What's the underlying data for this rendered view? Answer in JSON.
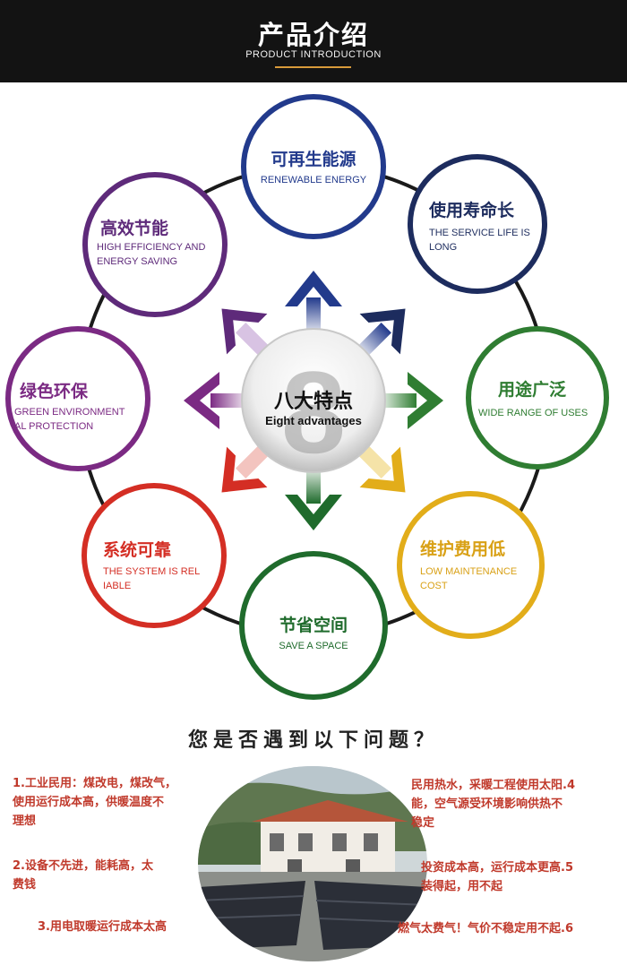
{
  "header": {
    "title": "产品介绍",
    "subtitle": "PRODUCT INTRODUCTION"
  },
  "center": {
    "number": "8",
    "title_zh": "八大特点",
    "title_en": "Eight advantages"
  },
  "features": [
    {
      "key": "renewable",
      "zh": "可再生能源",
      "en": "RENEWABLE ENERGY",
      "color": "#223a8c"
    },
    {
      "key": "long-life",
      "zh": "使用寿命长",
      "en": "THE SERVICE LIFE IS\nLONG",
      "color": "#1d2c5e"
    },
    {
      "key": "wide-use",
      "zh": "用途广泛",
      "en": "WIDE RANGE OF USES",
      "color": "#2f7d32"
    },
    {
      "key": "low-maintenance",
      "zh": "维护费用低",
      "en": "LOW MAINTENANCE\nCOST",
      "color": "#e2ad1a"
    },
    {
      "key": "save-space",
      "zh": "节省空间",
      "en": "SAVE A SPACE",
      "color": "#1f6b2c"
    },
    {
      "key": "reliable",
      "zh": "系统可靠",
      "en": "THE SYSTEM IS REL\nIABLE",
      "color": "#d42e24"
    },
    {
      "key": "green",
      "zh": "绿色环保",
      "en": "GREEN ENVIRONMENT\nAL PROTECTION",
      "color": "#7b2a83"
    },
    {
      "key": "efficiency",
      "zh": "高效节能",
      "en": "HIGH EFFICIENCY AND\nENERGY SAVING",
      "color": "#5e2a7a"
    }
  ],
  "questions": {
    "title": "您是否遇到以下问题？",
    "left": [
      "1.工业民用：煤改电，煤改气，\n使用运行成本高，供暖温度不\n理想",
      "2.设备不先进，能耗高，太\n费钱",
      "3.用电取暖运行成本太高"
    ],
    "right": [
      "民用热水，采暖工程使用太阳.4\n能，空气源受环境影响供热不\n稳定",
      "投资成本高，运行成本更高.5\n装得起，用不起",
      "燃气太费气！气价不稳定用不起.6"
    ]
  },
  "colors": {
    "header_bg": "#131313",
    "header_accent": "#d89a3a",
    "problem_text": "#c0392b"
  }
}
